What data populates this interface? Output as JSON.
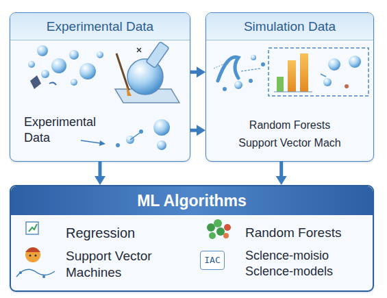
{
  "diagram": {
    "nodes": [
      {
        "text": [
          "Experimental Data",
          "Experimental Data"
        ]
      },
      {
        "text": [
          "Simulation Data",
          "Random Forests",
          "Support Vector Mach"
        ]
      },
      {
        "text": [
          "ML Algorithms",
          "Regression",
          "Support Vector Machines",
          "Random Forests",
          "Sclence-moisio Sclence-models"
        ]
      }
    ],
    "edges": [
      {
        "from": 0,
        "to": 1,
        "arrow": "to"
      },
      {
        "from": 0,
        "to": 1,
        "arrow": "to"
      },
      {
        "from": 0,
        "to": 2,
        "arrow": "to"
      },
      {
        "from": 1,
        "to": 2,
        "arrow": "to"
      }
    ],
    "labels": [
      "IAC"
    ]
  }
}
